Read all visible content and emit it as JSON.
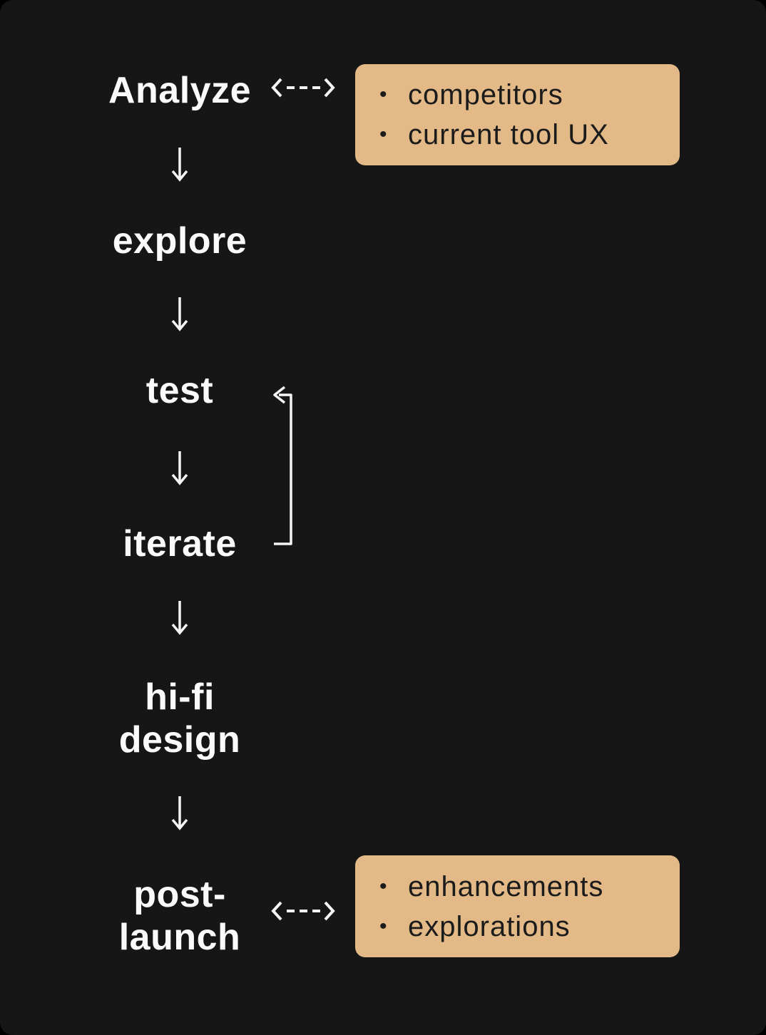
{
  "diagram": {
    "steps": {
      "analyze": "Analyze",
      "explore": "explore",
      "test": "test",
      "iterate": "iterate",
      "hifi": {
        "line1": "hi-fi",
        "line2": "design"
      },
      "postlaunch": {
        "line1": "post-",
        "line2": "launch"
      }
    },
    "notes": {
      "analyze": {
        "bullet": "•",
        "items": [
          "competitors",
          "current tool UX"
        ]
      },
      "postlaunch": {
        "bullet": "•",
        "items": [
          "enhancements",
          "explorations"
        ]
      }
    },
    "connectors": {
      "down_arrow": "↓",
      "dashed_link": "bidirectional dashed arrow",
      "loop": "iterate loops back to test"
    },
    "colors": {
      "background": "#161616",
      "step_text": "#fafafa",
      "note_background": "#e3ba87",
      "note_text": "#1b1b1b",
      "connector": "#f5f5f5"
    }
  }
}
